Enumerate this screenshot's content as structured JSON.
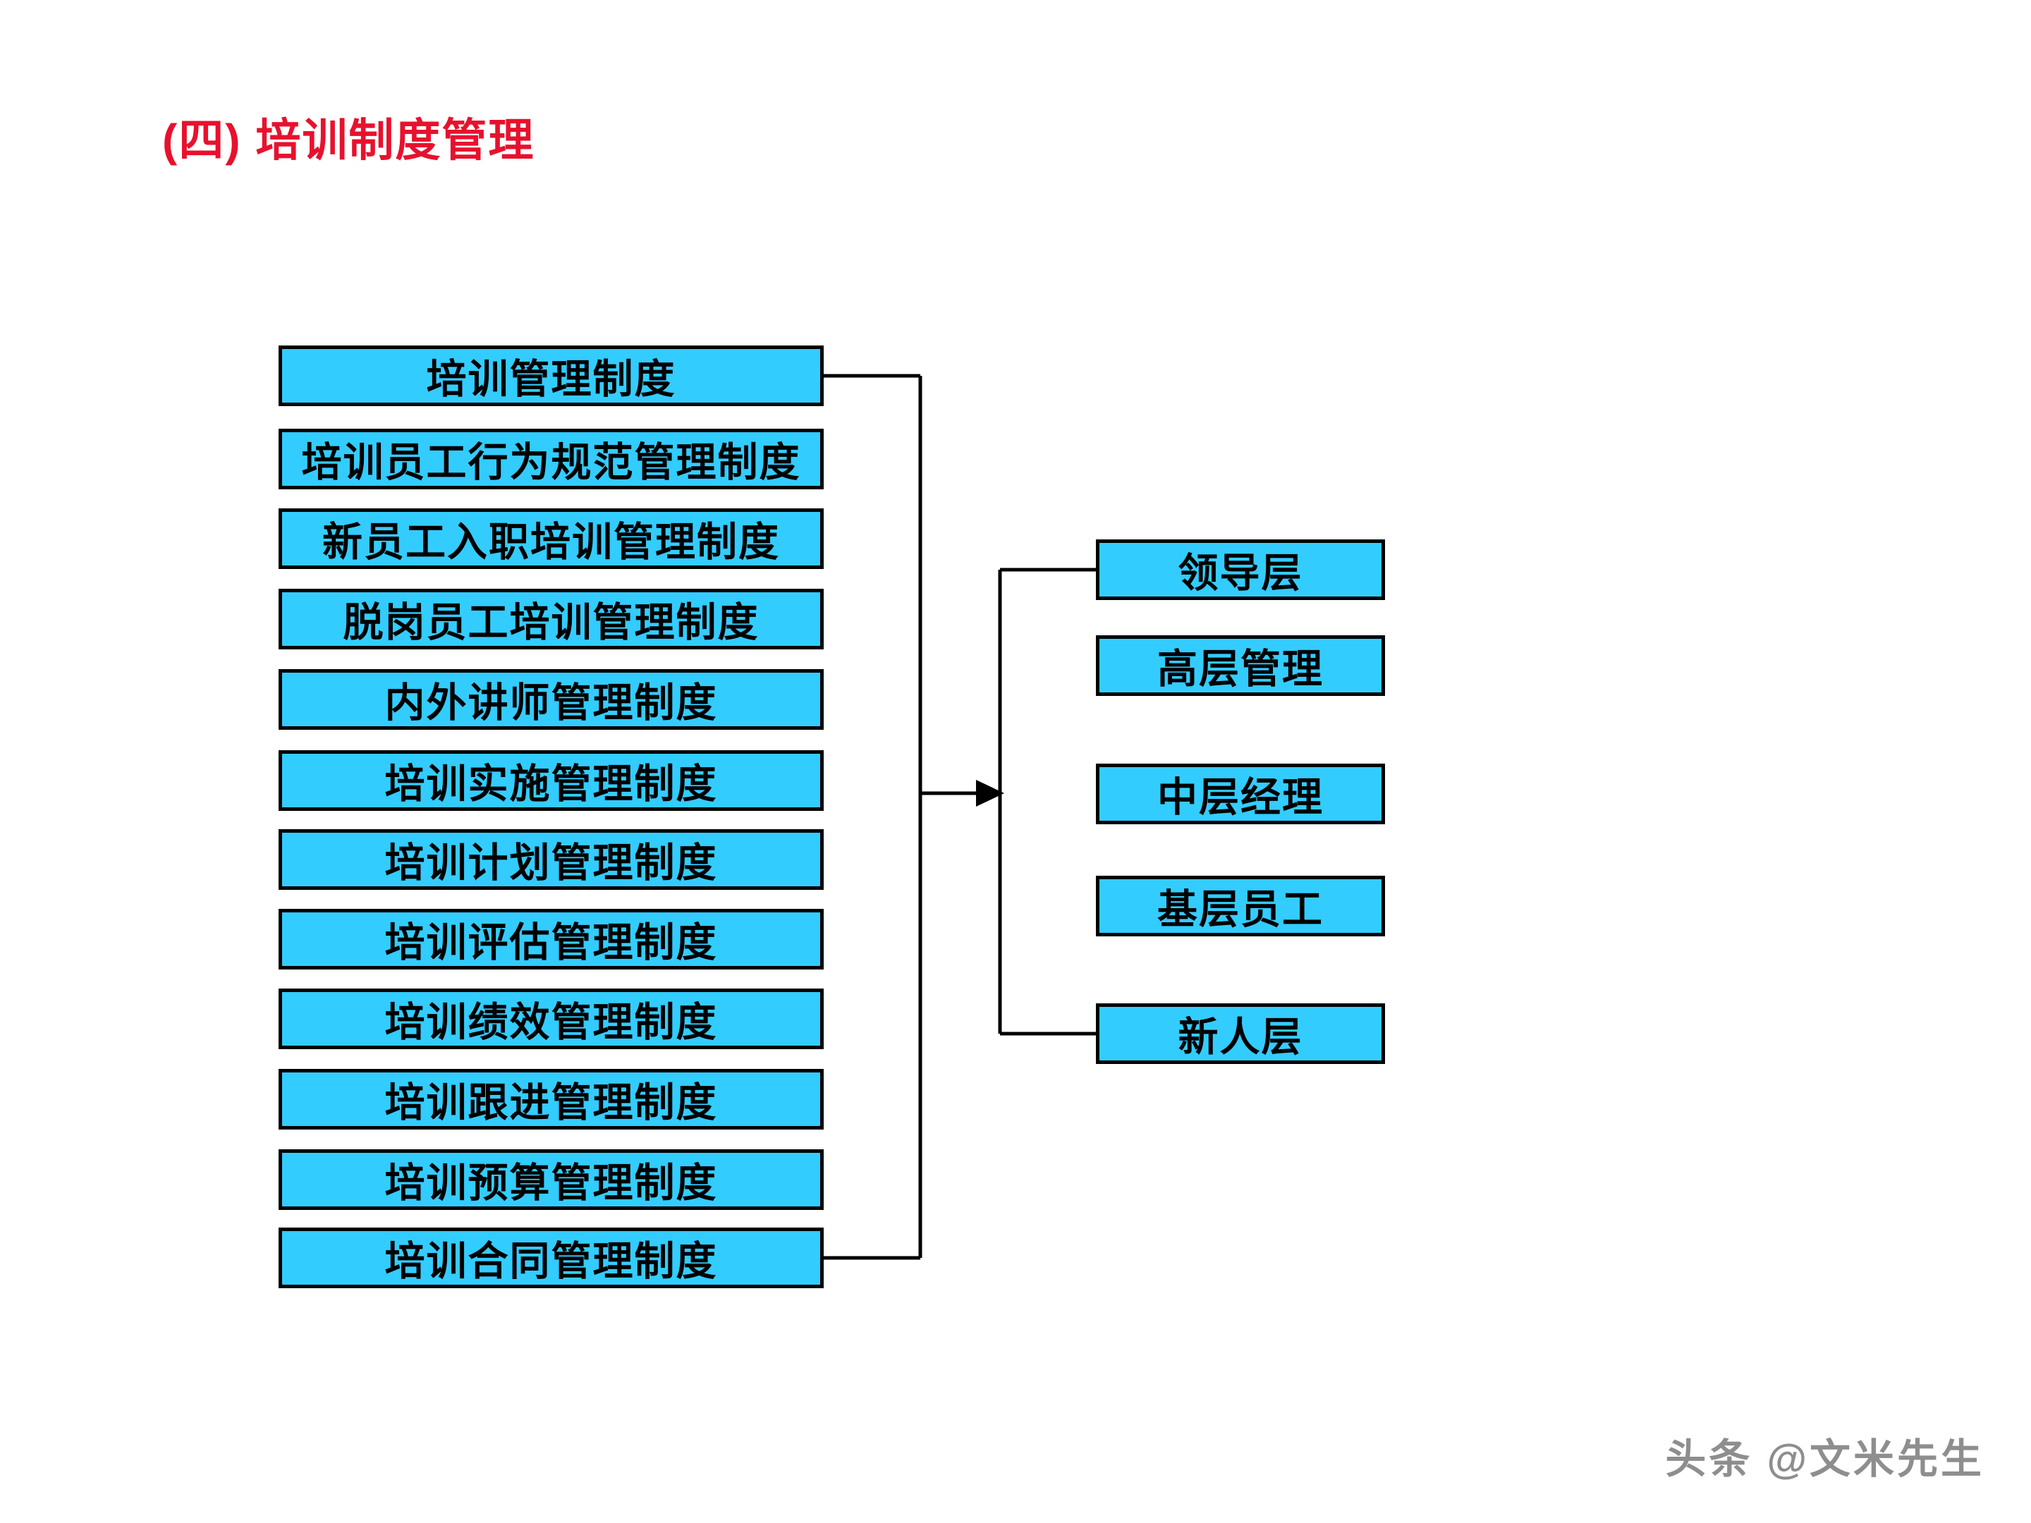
{
  "title": "(四) 培训制度管理",
  "left_column": {
    "items": [
      "培训管理制度",
      "培训员工行为规范管理制度",
      "新员工入职培训管理制度",
      "脱岗员工培训管理制度",
      "内外讲师管理制度",
      "培训实施管理制度",
      "培训计划管理制度",
      "培训评估管理制度",
      "培训绩效管理制度",
      "培训跟进管理制度",
      "培训预算管理制度",
      "培训合同管理制度"
    ]
  },
  "right_column": {
    "items": [
      "领导层",
      "高层管理",
      "中层经理",
      "基层员工",
      "新人层"
    ]
  },
  "watermark": {
    "text": "头条 @文米先生"
  },
  "colors": {
    "box_fill": "#33CCFF",
    "box_border": "#000000",
    "title": "#E8112D",
    "connector": "#000000",
    "watermark": "#8E8E8E",
    "background": "#FFFFFF"
  }
}
